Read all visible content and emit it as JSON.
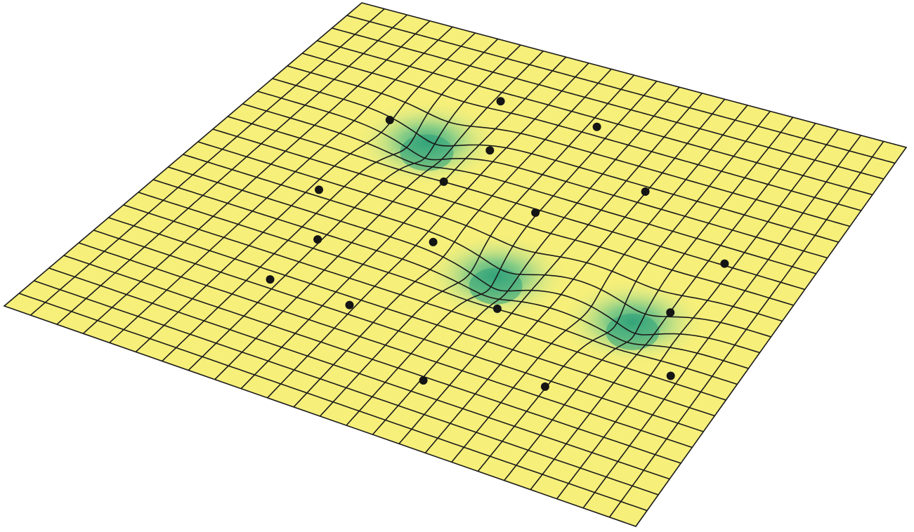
{
  "figure": {
    "type": "warped grid surface with marked points",
    "grid_cells_per_side": 24,
    "colors": {
      "surface": "#f6ef7a",
      "grid_line": "#1a1a1a",
      "well_deep": "#2fa27a",
      "well_mid": "#8fd39a",
      "marker": "#151515",
      "background": "#ffffff"
    },
    "wells": [
      {
        "u": 0.296,
        "v": 0.29,
        "depth": 1.0
      },
      {
        "u": 0.558,
        "v": 0.55,
        "depth": 1.0
      },
      {
        "u": 0.792,
        "v": 0.556,
        "depth": 1.0
      }
    ],
    "markers": [
      {
        "u": 0.344,
        "v": 0.148
      },
      {
        "u": 0.515,
        "v": 0.145
      },
      {
        "u": 0.218,
        "v": 0.268
      },
      {
        "u": 0.665,
        "v": 0.262
      },
      {
        "u": 0.396,
        "v": 0.271
      },
      {
        "u": 0.859,
        "v": 0.371
      },
      {
        "u": 0.375,
        "v": 0.376
      },
      {
        "u": 0.538,
        "v": 0.384
      },
      {
        "u": 0.222,
        "v": 0.484
      },
      {
        "u": 0.836,
        "v": 0.515
      },
      {
        "u": 0.438,
        "v": 0.523
      },
      {
        "u": 0.902,
        "v": 0.653
      },
      {
        "u": 0.286,
        "v": 0.601
      },
      {
        "u": 0.601,
        "v": 0.628
      },
      {
        "u": 0.278,
        "v": 0.729
      },
      {
        "u": 0.748,
        "v": 0.766
      },
      {
        "u": 0.408,
        "v": 0.728
      },
      {
        "u": 0.587,
        "v": 0.842
      }
    ]
  }
}
